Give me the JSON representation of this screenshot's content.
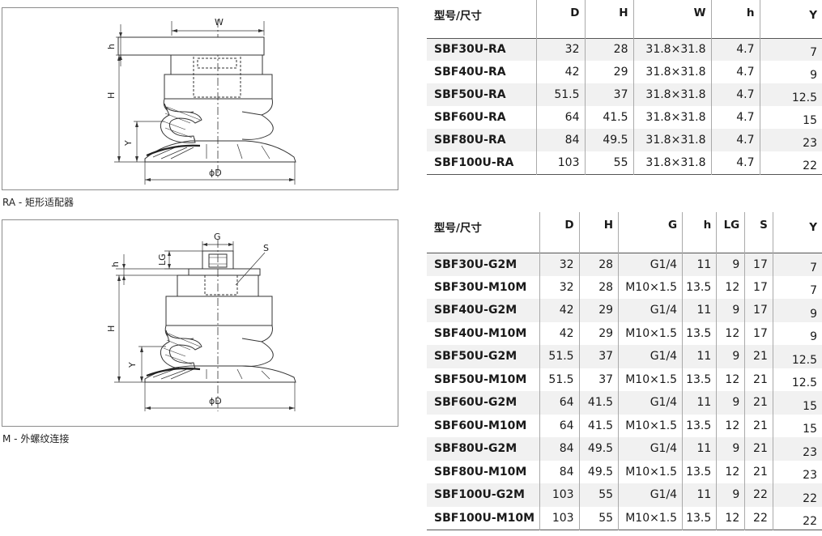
{
  "diagram_ra": {
    "labels": {
      "w": "W",
      "h": "h",
      "H": "H",
      "Y": "Y",
      "d": "ϕD"
    },
    "caption": "RA - 矩形适配器"
  },
  "diagram_m": {
    "labels": {
      "g": "G",
      "s": "S",
      "lg": "LG",
      "h": "h",
      "H": "H",
      "Y": "Y",
      "d": "ϕD"
    },
    "caption": "M - 外螺纹连接"
  },
  "table_ra": {
    "headers": [
      "型号/尺寸",
      "D",
      "H",
      "W",
      "h",
      "Y"
    ],
    "rows": [
      [
        "SBF30U-RA",
        "32",
        "28",
        "31.8×31.8",
        "4.7",
        "7"
      ],
      [
        "SBF40U-RA",
        "42",
        "29",
        "31.8×31.8",
        "4.7",
        "9"
      ],
      [
        "SBF50U-RA",
        "51.5",
        "37",
        "31.8×31.8",
        "4.7",
        "12.5"
      ],
      [
        "SBF60U-RA",
        "64",
        "41.5",
        "31.8×31.8",
        "4.7",
        "15"
      ],
      [
        "SBF80U-RA",
        "84",
        "49.5",
        "31.8×31.8",
        "4.7",
        "23"
      ],
      [
        "SBF100U-RA",
        "103",
        "55",
        "31.8×31.8",
        "4.7",
        "22"
      ]
    ]
  },
  "table_m": {
    "headers": [
      "型号/尺寸",
      "D",
      "H",
      "G",
      "h",
      "LG",
      "S",
      "Y"
    ],
    "rows": [
      [
        "SBF30U-G2M",
        "32",
        "28",
        "G1/4",
        "11",
        "9",
        "17",
        "7"
      ],
      [
        "SBF30U-M10M",
        "32",
        "28",
        "M10×1.5",
        "13.5",
        "12",
        "17",
        "7"
      ],
      [
        "SBF40U-G2M",
        "42",
        "29",
        "G1/4",
        "11",
        "9",
        "17",
        "9"
      ],
      [
        "SBF40U-M10M",
        "42",
        "29",
        "M10×1.5",
        "13.5",
        "12",
        "17",
        "9"
      ],
      [
        "SBF50U-G2M",
        "51.5",
        "37",
        "G1/4",
        "11",
        "9",
        "21",
        "12.5"
      ],
      [
        "SBF50U-M10M",
        "51.5",
        "37",
        "M10×1.5",
        "13.5",
        "12",
        "21",
        "12.5"
      ],
      [
        "SBF60U-G2M",
        "64",
        "41.5",
        "G1/4",
        "11",
        "9",
        "21",
        "15"
      ],
      [
        "SBF60U-M10M",
        "64",
        "41.5",
        "M10×1.5",
        "13.5",
        "12",
        "21",
        "15"
      ],
      [
        "SBF80U-G2M",
        "84",
        "49.5",
        "G1/4",
        "11",
        "9",
        "21",
        "23"
      ],
      [
        "SBF80U-M10M",
        "84",
        "49.5",
        "M10×1.5",
        "13.5",
        "12",
        "21",
        "23"
      ],
      [
        "SBF100U-G2M",
        "103",
        "55",
        "G1/4",
        "11",
        "9",
        "22",
        "22"
      ],
      [
        "SBF100U-M10M",
        "103",
        "55",
        "M10×1.5",
        "13.5",
        "12",
        "22",
        "22"
      ]
    ]
  }
}
